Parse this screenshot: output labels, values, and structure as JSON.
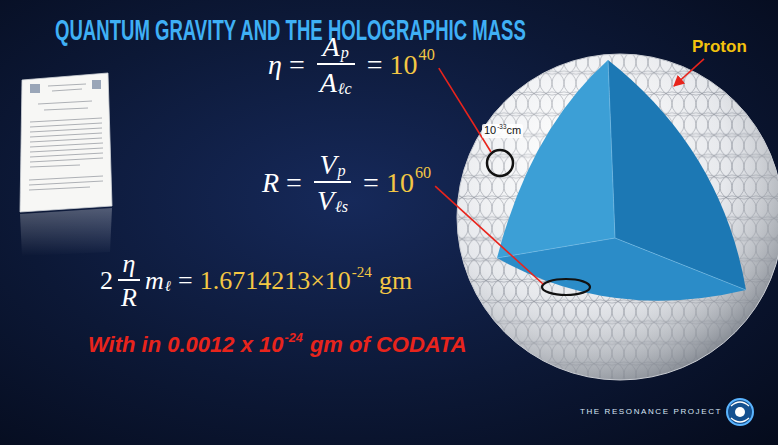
{
  "diagram": {
    "title": "QUANTUM GRAVITY AND THE HOLOGRAPHIC MASS",
    "labels": [
      "η",
      "=",
      "A",
      "p",
      "A",
      "ℓc",
      "=",
      "10",
      "40",
      "R",
      "=",
      "V",
      "p",
      "V",
      "ℓs",
      "=",
      "10",
      "60",
      "2",
      "η",
      "R",
      "m",
      "ℓ",
      "=",
      "1.6714213×10",
      "-24",
      "gm",
      "With in 0.0012 x 10",
      "-24",
      "gm of CODATA",
      "Proton",
      "10",
      "-33",
      "cm",
      "THE RESONANCE PROJECT"
    ]
  }
}
